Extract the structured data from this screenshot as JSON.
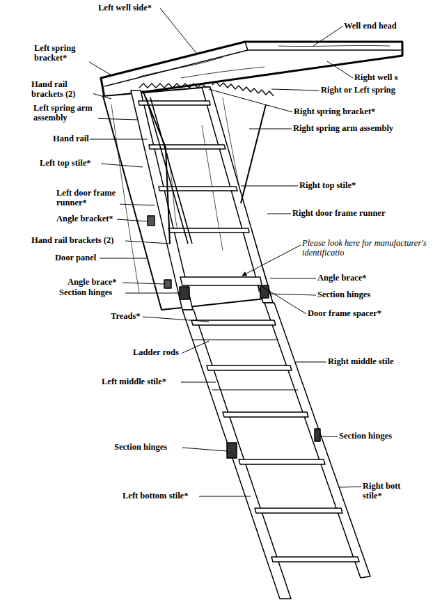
{
  "diagram": {
    "labels": [
      "Left well side*",
      "Well end head",
      "Left spring bracket*",
      "Right well s",
      "Hand rail brackets (2)",
      "Right or Left spring",
      "Left spring arm assembly",
      "Right spring bracket*",
      "Right spring arm assembly",
      "Hand rail",
      "Left top stile*",
      "Right top stile*",
      "Left door frame runner*",
      "Right door frame runner",
      "Angle bracket*",
      "Hand rail brackets (2)",
      "Please look here for manufacturer's identificatio",
      "Door panel",
      "Angle brace*",
      "Section hinges",
      "Angle brace*",
      "Section hinges",
      "Door frame spacer*",
      "Treads*",
      "Ladder rods",
      "Right middle stile",
      "Left middle stile*",
      "Section hinges",
      "Section hinges",
      "Right bott stile*",
      "Left bottom stile*"
    ]
  }
}
